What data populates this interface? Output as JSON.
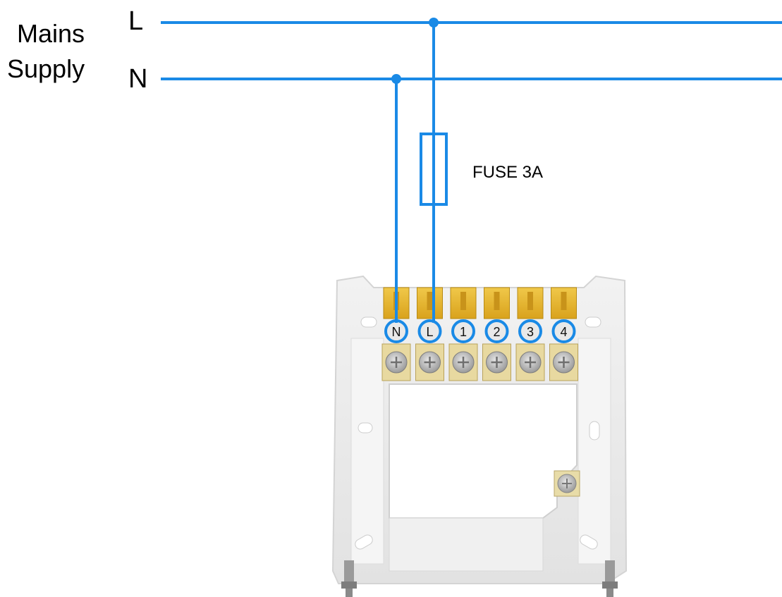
{
  "supply": {
    "title_line1": "Mains",
    "title_line2": "Supply",
    "live_label": "L",
    "neutral_label": "N"
  },
  "fuse": {
    "label": "FUSE 3A"
  },
  "terminals": [
    {
      "label": "N"
    },
    {
      "label": "L"
    },
    {
      "label": "1"
    },
    {
      "label": "2"
    },
    {
      "label": "3"
    },
    {
      "label": "4"
    }
  ],
  "colors": {
    "wire": "#1a8ae6",
    "terminal_ring": "#1a8ae6",
    "connector_yellow": "#e6b422",
    "base_plate": "#ececec",
    "screw": "#b8b8b8"
  }
}
